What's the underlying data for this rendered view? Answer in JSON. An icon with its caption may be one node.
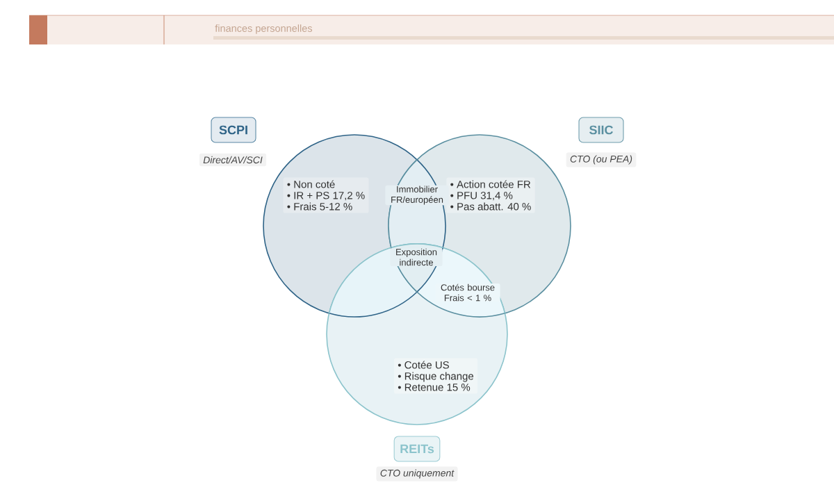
{
  "diagram": {
    "nodes": [
      {
        "text": [
          "SCPI",
          "• Non coté",
          "• IR + PS 17,2 %",
          "• Frais 5-12 %"
        ],
        "beside": [
          "Direct/AV/SCI"
        ]
      },
      {
        "text": [
          "SIIC",
          "• Action cotée FR",
          "• PFU 31,4 %",
          "• Pas abatt. 40 %"
        ],
        "beside": [
          "CTO (ou PEA)"
        ]
      },
      {
        "text": [
          "• Cotée US",
          "• Risque change",
          "• Retenue 15 %",
          "REITs"
        ],
        "beside": [
          "CTO uniquement"
        ]
      }
    ],
    "labels": [
      "finances personnelles",
      "Immobilier FR/européen",
      "Exposition indirecte",
      "Cotés bourse Frais < 1 %"
    ]
  }
}
